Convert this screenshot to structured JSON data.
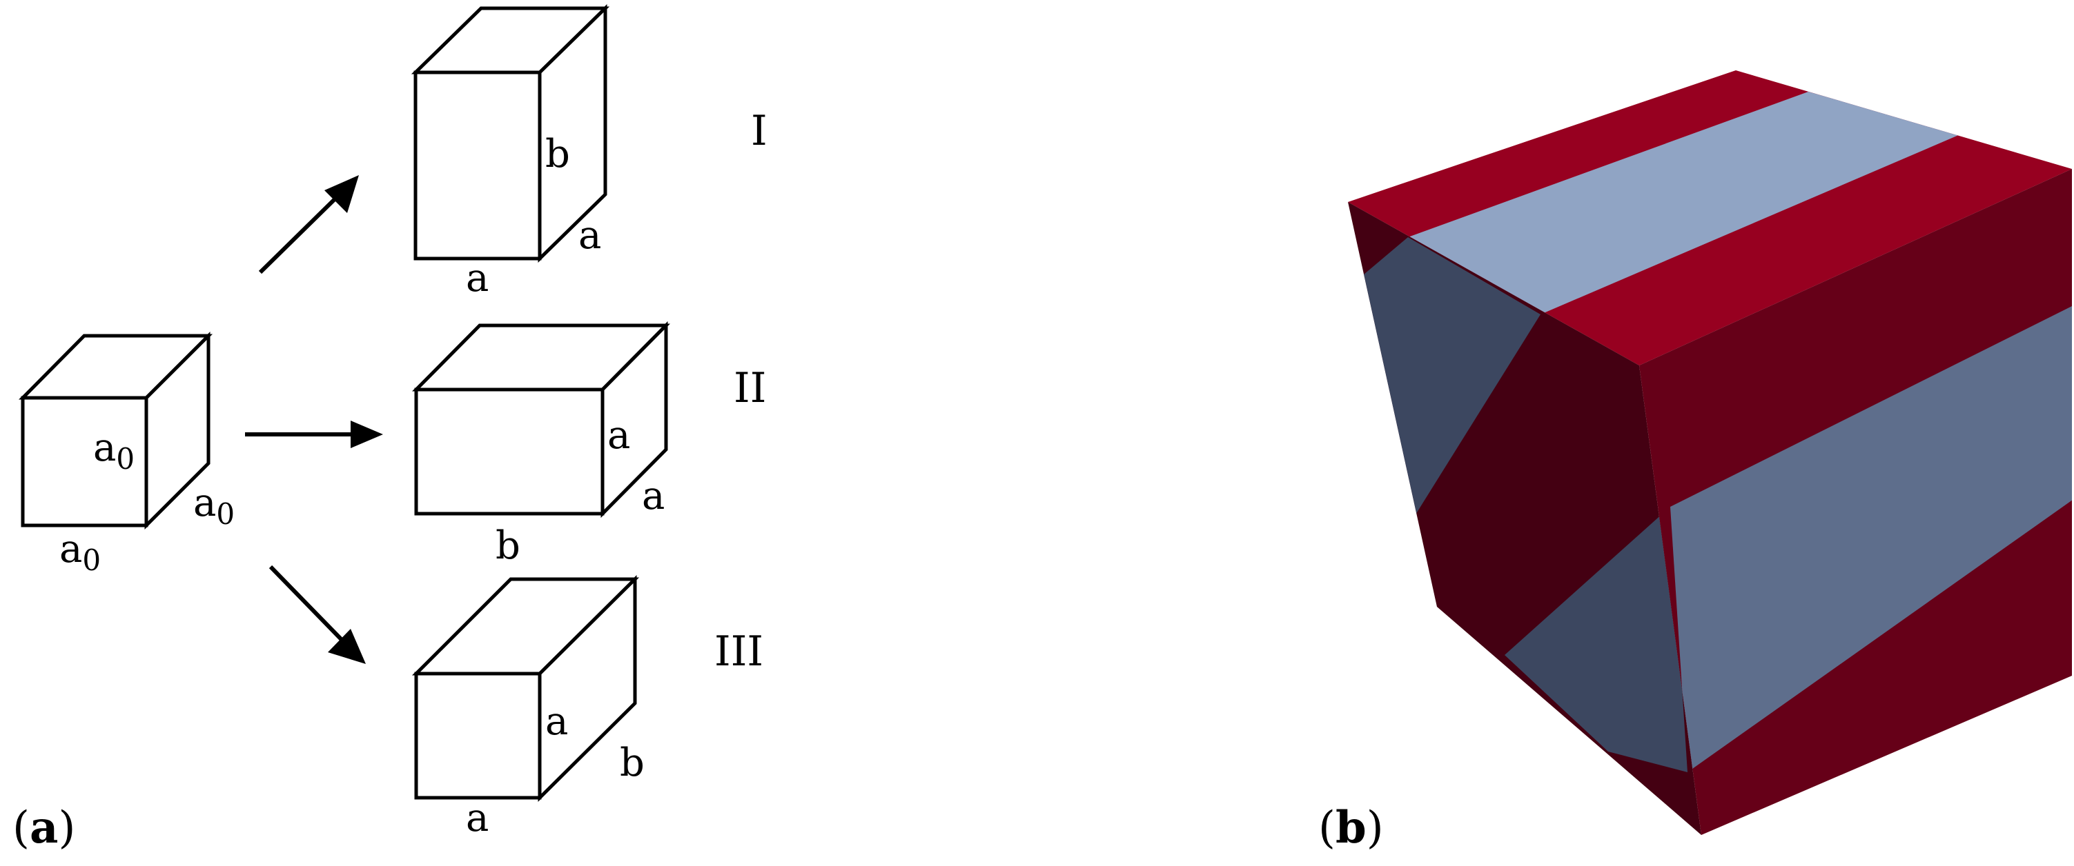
{
  "panel_a": {
    "label_open": "(",
    "label_letter": "a",
    "label_close": ")",
    "cube": {
      "height_label": "a",
      "depth_label": "a",
      "width_label": "a",
      "subscript": "0"
    },
    "outcomes": [
      {
        "numeral": "I",
        "height": "b",
        "depth": "a",
        "width": "a"
      },
      {
        "numeral": "II",
        "height": "a",
        "depth": "a",
        "width": "b"
      },
      {
        "numeral": "III",
        "height": "a",
        "depth": "b",
        "width": "a"
      }
    ]
  },
  "panel_b": {
    "label_open": "(",
    "label_letter": "b",
    "label_close": ")",
    "colors": {
      "stripe_red_top": "#970020",
      "stripe_blue_top": "#90A4C4",
      "stripe_red_right": "#660018",
      "stripe_blue_right": "#5E6E8C",
      "stripe_red_left": "#440012",
      "stripe_blue_left": "#3C4760"
    }
  }
}
